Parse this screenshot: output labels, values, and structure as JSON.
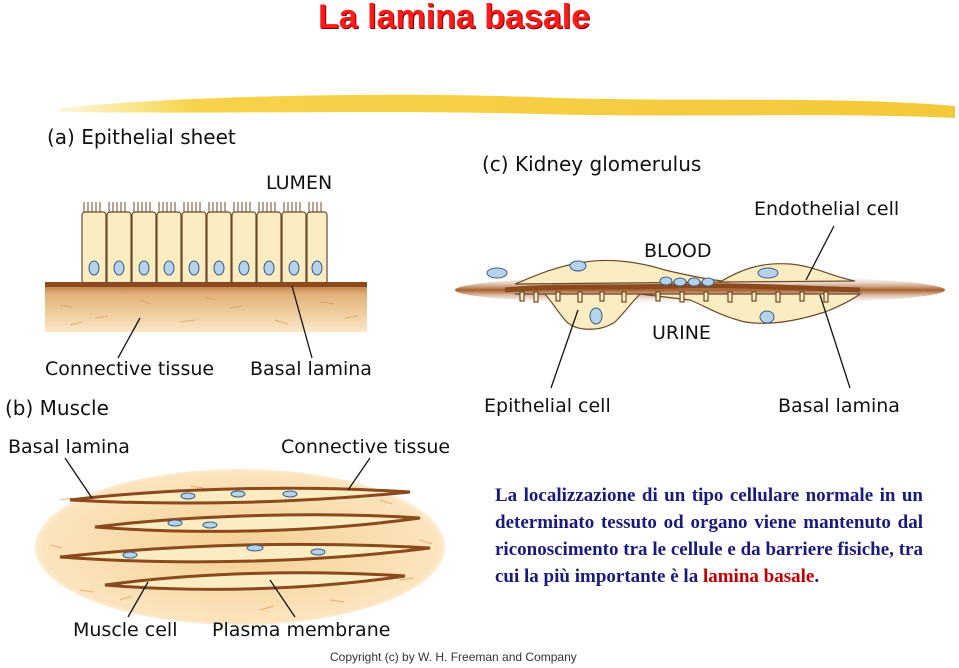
{
  "title": "La lamina basale",
  "panel_a": {
    "heading": "(a)  Epithelial sheet",
    "lumen": "LUMEN",
    "connective_tissue": "Connective tissue",
    "basal_lamina": "Basal lamina"
  },
  "panel_b": {
    "heading": "(b)  Muscle",
    "basal_lamina": "Basal lamina",
    "connective_tissue": "Connective tissue",
    "muscle_cell": "Muscle cell",
    "plasma_membrane": "Plasma membrane"
  },
  "panel_c": {
    "heading": "(c)  Kidney glomerulus",
    "endothelial_cell": "Endothelial cell",
    "blood": "BLOOD",
    "urine": "URINE",
    "epithelial_cell": "Epithelial cell",
    "basal_lamina": "Basal lamina"
  },
  "caption": {
    "text_before": "La localizzazione di un tipo cellulare normale in un determinato tessuto od organo viene mantenuto dal riconoscimento tra le cellule e da barriere fisiche, tra cui la più importante è la ",
    "highlight": "lamina basale",
    "text_after": "."
  },
  "copyright": "Copyright (c) by W. H. Freeman and Company",
  "colors": {
    "title": "#ff1a1a",
    "caption": "#1a1a7a",
    "caption_highlight": "#c00000",
    "cell_fill": "#fbecc2",
    "basal_lamina": "#8a4a1e",
    "nucleus": "#b7d3ec"
  }
}
